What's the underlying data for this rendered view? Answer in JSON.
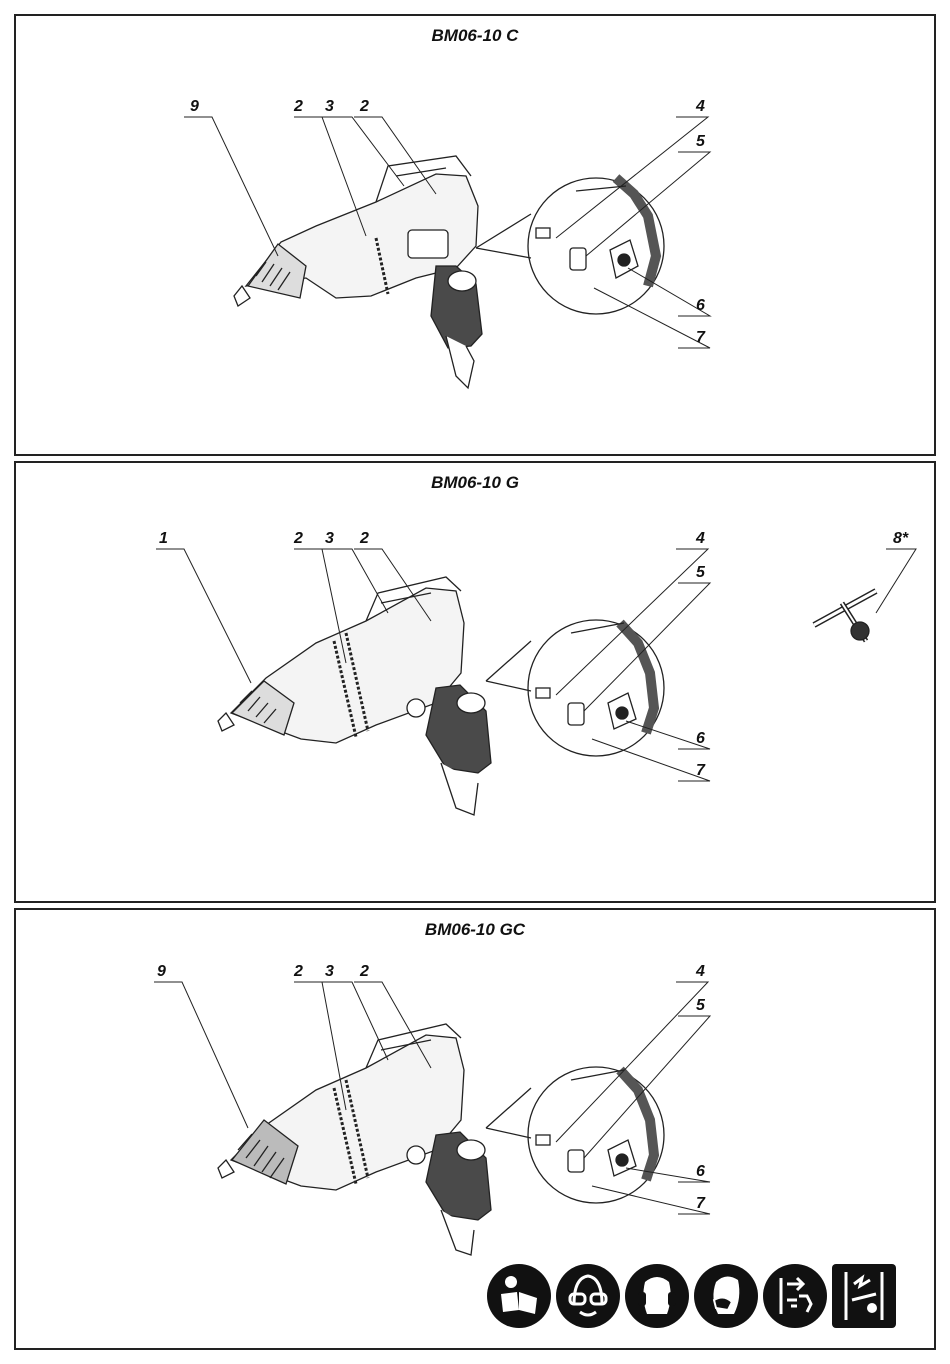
{
  "panels": [
    {
      "model": "BM06-10 C",
      "labels": {
        "a": "9",
        "b": "2",
        "c": "3",
        "d": "2",
        "e": "4",
        "f": "5",
        "g": "6",
        "h": "7"
      }
    },
    {
      "model": "BM06-10 G",
      "labels": {
        "a": "1",
        "b": "2",
        "c": "3",
        "d": "2",
        "e": "4",
        "f": "5",
        "g": "6",
        "h": "7",
        "i": "8*"
      }
    },
    {
      "model": "BM06-10 GC",
      "labels": {
        "a": "9",
        "b": "2",
        "c": "3",
        "d": "2",
        "e": "4",
        "f": "5",
        "g": "6",
        "h": "7"
      }
    }
  ],
  "safety_icons": [
    "read-manual-icon",
    "safety-goggles-icon",
    "ear-protection-icon",
    "dust-mask-icon",
    "unplug-before-service-icon",
    "wall-hidden-wiring-icon"
  ],
  "colors": {
    "line": "#222222",
    "grip": "#4a4a4a",
    "icon_bg": "#111111"
  }
}
